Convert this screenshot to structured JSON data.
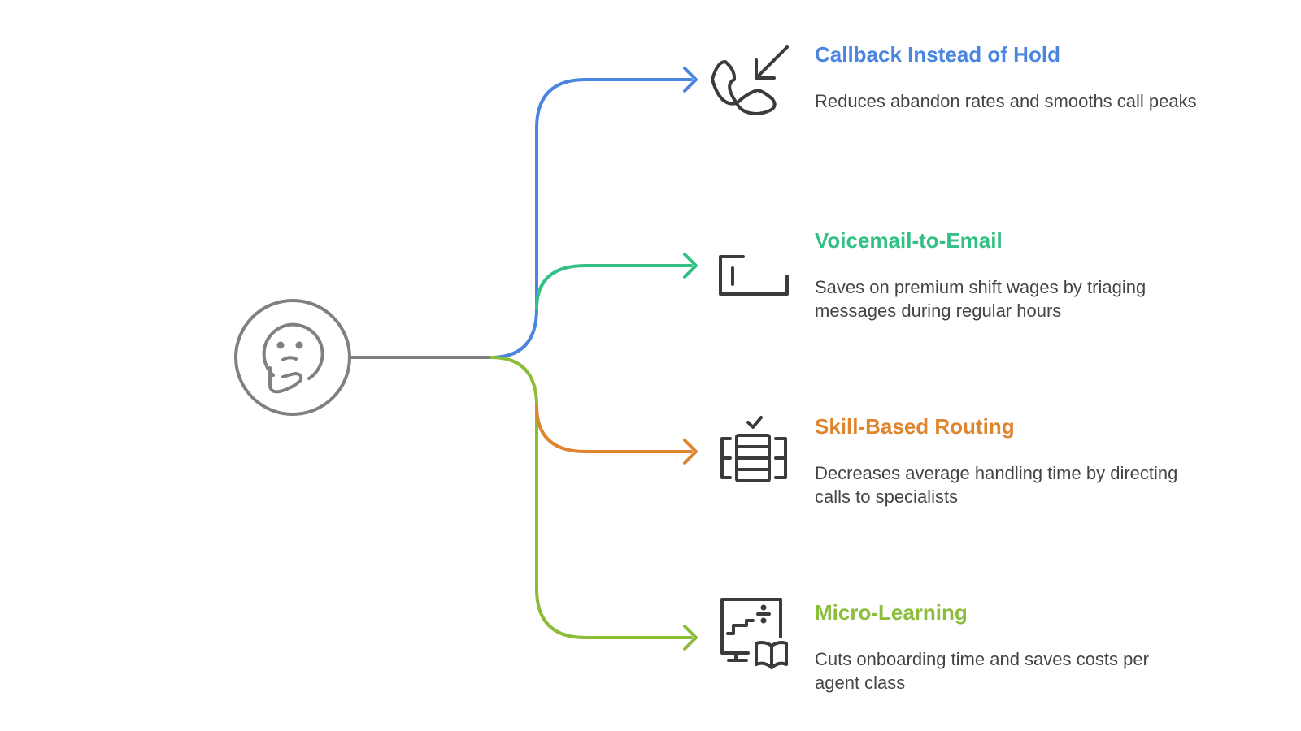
{
  "center": {
    "icon": "thinking-face-icon"
  },
  "colors": {
    "trunk": "#808080",
    "icon_stroke": "#3b3b3b",
    "text": "#444444"
  },
  "branches": [
    {
      "title": "Callback Instead of Hold",
      "description": "Reduces abandon rates and smooths call peaks",
      "color": "#4a86e0",
      "icon": "phone-callback-icon"
    },
    {
      "title": "Voicemail-to-Email",
      "description": "Saves on premium shift wages by triaging messages during regular hours",
      "color": "#34c084",
      "icon": "inbox-tray-icon"
    },
    {
      "title": "Skill-Based Routing",
      "description": "Decreases average handling time by directing calls to specialists",
      "color": "#e0852f",
      "icon": "routing-grid-icon"
    },
    {
      "title": "Micro-Learning",
      "description": "Cuts onboarding time and saves costs per agent class",
      "color": "#8bbd3a",
      "icon": "training-monitor-book-icon"
    }
  ]
}
